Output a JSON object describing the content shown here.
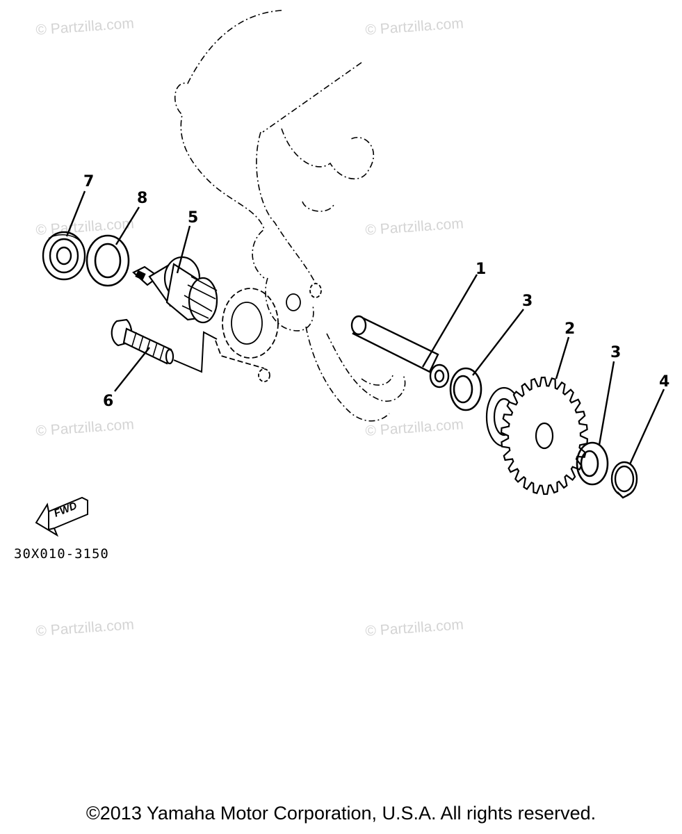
{
  "watermarks": [
    "© Partzilla.com",
    "© Partzilla.com",
    "© Partzilla.com",
    "© Partzilla.com",
    "© Partzilla.com",
    "© Partzilla.com",
    "© Partzilla.com",
    "© Partzilla.com"
  ],
  "callouts": {
    "c1": "1",
    "c2": "2",
    "c3a": "3",
    "c3b": "3",
    "c4": "4",
    "c5": "5",
    "c6": "6",
    "c7": "7",
    "c8": "8"
  },
  "fwd_label": "FWD",
  "diagram_code": "30X010-3150",
  "copyright": "©2013 Yamaha Motor Corporation, U.S.A. All rights reserved."
}
